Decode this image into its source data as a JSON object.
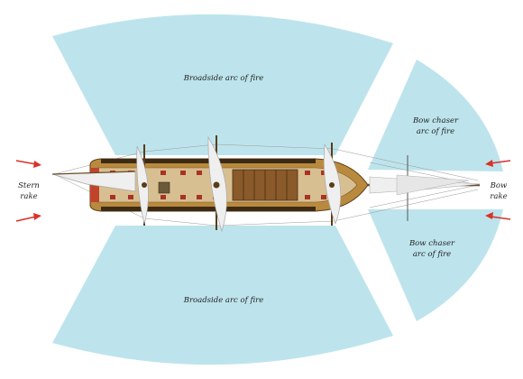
{
  "labels": {
    "broadside_top": "Broadside arc of fire",
    "broadside_bottom": "Broadside arc of fire",
    "bow_chaser_top": [
      "Bow chaser",
      "arc of fire"
    ],
    "bow_chaser_bottom": [
      "Bow chaser",
      "arc of fire"
    ],
    "stern_rake": [
      "Stern",
      "rake"
    ],
    "bow_rake": [
      "Bow",
      "rake"
    ]
  },
  "colors": {
    "arc_fill": "#bde4ec",
    "arrow": "#d9322a",
    "hull": "#b98a3e",
    "deck": "#d8bf92",
    "sail": "#efefef"
  }
}
